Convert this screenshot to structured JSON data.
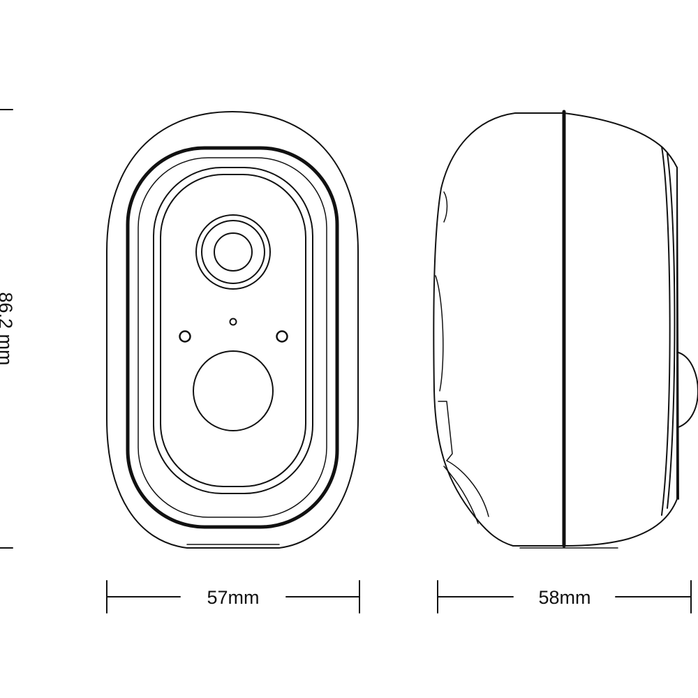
{
  "drawing": {
    "line_color": "#111111",
    "background": "#ffffff"
  },
  "views": {
    "front": {
      "width_label": "57mm"
    },
    "side": {
      "depth_label": "58mm"
    }
  },
  "dimensions": {
    "height_label": "86.2 mm"
  }
}
